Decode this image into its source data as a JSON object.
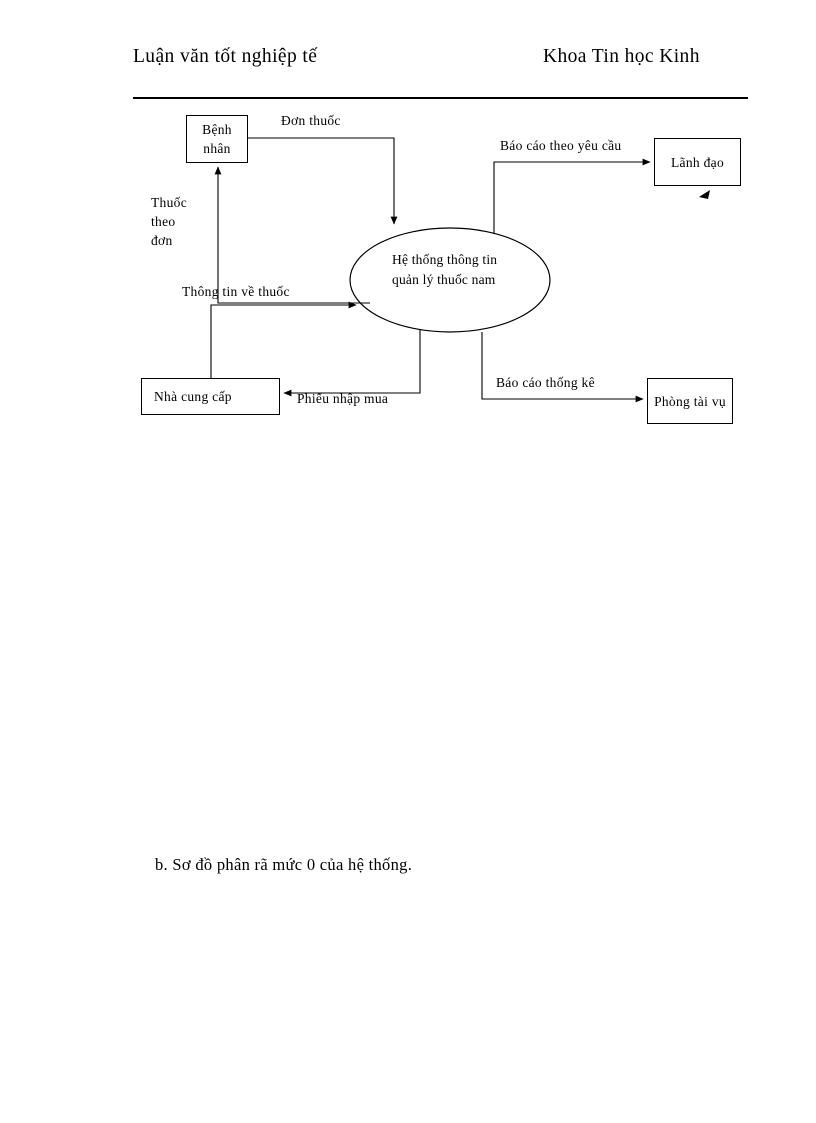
{
  "page": {
    "header": {
      "left_text": "Luận văn tốt nghiệp tế",
      "right_text": "Khoa Tin học Kinh"
    },
    "caption": "b. Sơ đồ phân rã mức 0 của hệ thống."
  },
  "diagram": {
    "type": "data-flow-diagram",
    "process": {
      "name": "Hệ thống thông tin quản lý thuốc nam",
      "shape": "ellipse"
    },
    "entities": [
      {
        "id": "benh-nhan",
        "label": "Bệnh nhân"
      },
      {
        "id": "lanh-dao",
        "label": "Lãnh đạo"
      },
      {
        "id": "nha-cung-cap",
        "label": "Nhà cung cấp"
      },
      {
        "id": "phong-tai-vu",
        "label": "Phòng tài vụ"
      }
    ],
    "flows": [
      {
        "id": "don-thuoc",
        "label": "Đơn thuốc",
        "from": "benh-nhan",
        "to": "process"
      },
      {
        "id": "thuoc-theo-don",
        "label": "Thuốc theo đơn",
        "from": "process",
        "to": "benh-nhan"
      },
      {
        "id": "bao-cao-theo-yeu-cau",
        "label": "Báo cáo theo yêu cầu",
        "from": "process",
        "to": "lanh-dao"
      },
      {
        "id": "thong-tin-ve-thuoc",
        "label": "Thông tin về thuốc",
        "from": "nha-cung-cap",
        "to": "process"
      },
      {
        "id": "phieu-nhap-mua",
        "label": "Phiếu nhập mua",
        "from": "process",
        "to": "nha-cung-cap"
      },
      {
        "id": "bao-cao-thong-ke",
        "label": "Báo cáo thống kê",
        "from": "process",
        "to": "phong-tai-vu"
      }
    ]
  }
}
